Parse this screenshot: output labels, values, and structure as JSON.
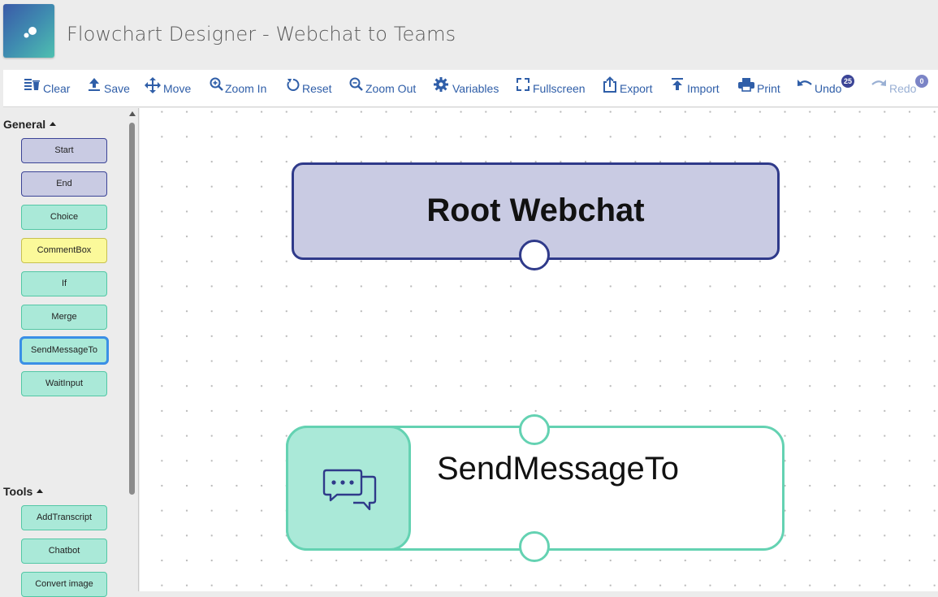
{
  "app": {
    "title": "Flowchart Designer - Webchat to Teams",
    "logo_icon": "bubbles-logo-icon"
  },
  "toolbar": {
    "buttons": [
      {
        "label": "Clear",
        "icon": "clear-list-icon"
      },
      {
        "label": "Save",
        "icon": "upload-save-icon"
      },
      {
        "label": "Move",
        "icon": "move-arrows-icon"
      },
      {
        "label": "Zoom In",
        "icon": "zoom-in-icon"
      },
      {
        "label": "Reset",
        "icon": "reset-icon"
      },
      {
        "label": "Zoom Out",
        "icon": "zoom-out-icon"
      },
      {
        "label": "Variables",
        "icon": "gear-icon"
      },
      {
        "label": "Fullscreen",
        "icon": "fullscreen-icon"
      },
      {
        "label": "Export",
        "icon": "export-icon"
      },
      {
        "label": "Import",
        "icon": "import-icon"
      },
      {
        "label": "Print",
        "icon": "printer-icon"
      },
      {
        "label": "Undo",
        "icon": "undo-icon",
        "count": "25"
      },
      {
        "label": "Redo",
        "icon": "redo-icon",
        "count": "0",
        "disabled": true
      }
    ]
  },
  "sidebar": {
    "general": {
      "title": "General",
      "items": [
        "Start",
        "End",
        "Choice",
        "CommentBox",
        "If",
        "Merge",
        "SendMessageTo",
        "WaitInput"
      ],
      "selected": "SendMessageTo"
    },
    "tools": {
      "title": "Tools",
      "items": [
        "AddTranscript",
        "Chatbot",
        "Convert image"
      ]
    }
  },
  "canvas": {
    "nodes": [
      {
        "title": "Root Webchat",
        "type": "root"
      },
      {
        "title": "SendMessageTo",
        "type": "action",
        "icon": "chat-bubbles-icon"
      }
    ]
  },
  "colors": {
    "toolbar_text": "#2f5ea8",
    "root_fill": "#c9cbe3",
    "root_border": "#2f3a8a",
    "green_fill": "#aae9d8",
    "green_border": "#64d2b2",
    "comment_fill": "#fbf99a",
    "badge": "#3b4496",
    "selection": "#3a8fe6"
  }
}
